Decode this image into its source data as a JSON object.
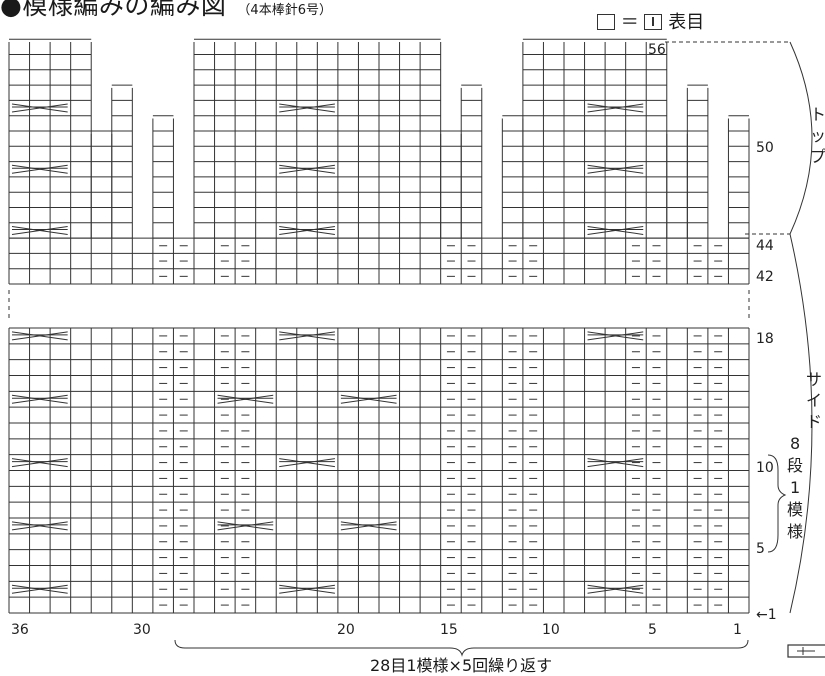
{
  "title": "●模様編みの編み図",
  "title_note": "（4本棒針6号）",
  "legend": {
    "symbol_label": "＝",
    "meaning": "表目"
  },
  "row_labels": [
    "56",
    "50",
    "44",
    "42",
    "18",
    "10",
    "5",
    "←1"
  ],
  "column_labels": [
    "36",
    "30",
    "20",
    "15",
    "10",
    "5",
    "1"
  ],
  "side_labels": {
    "top": "トップ",
    "side": "サイド",
    "repeat_rows": [
      "8",
      "段",
      "1",
      "模",
      "様"
    ]
  },
  "repeat_note": "28目1模様×5回繰り返す",
  "colors": {
    "line": "#333333",
    "background": "#ffffff"
  }
}
